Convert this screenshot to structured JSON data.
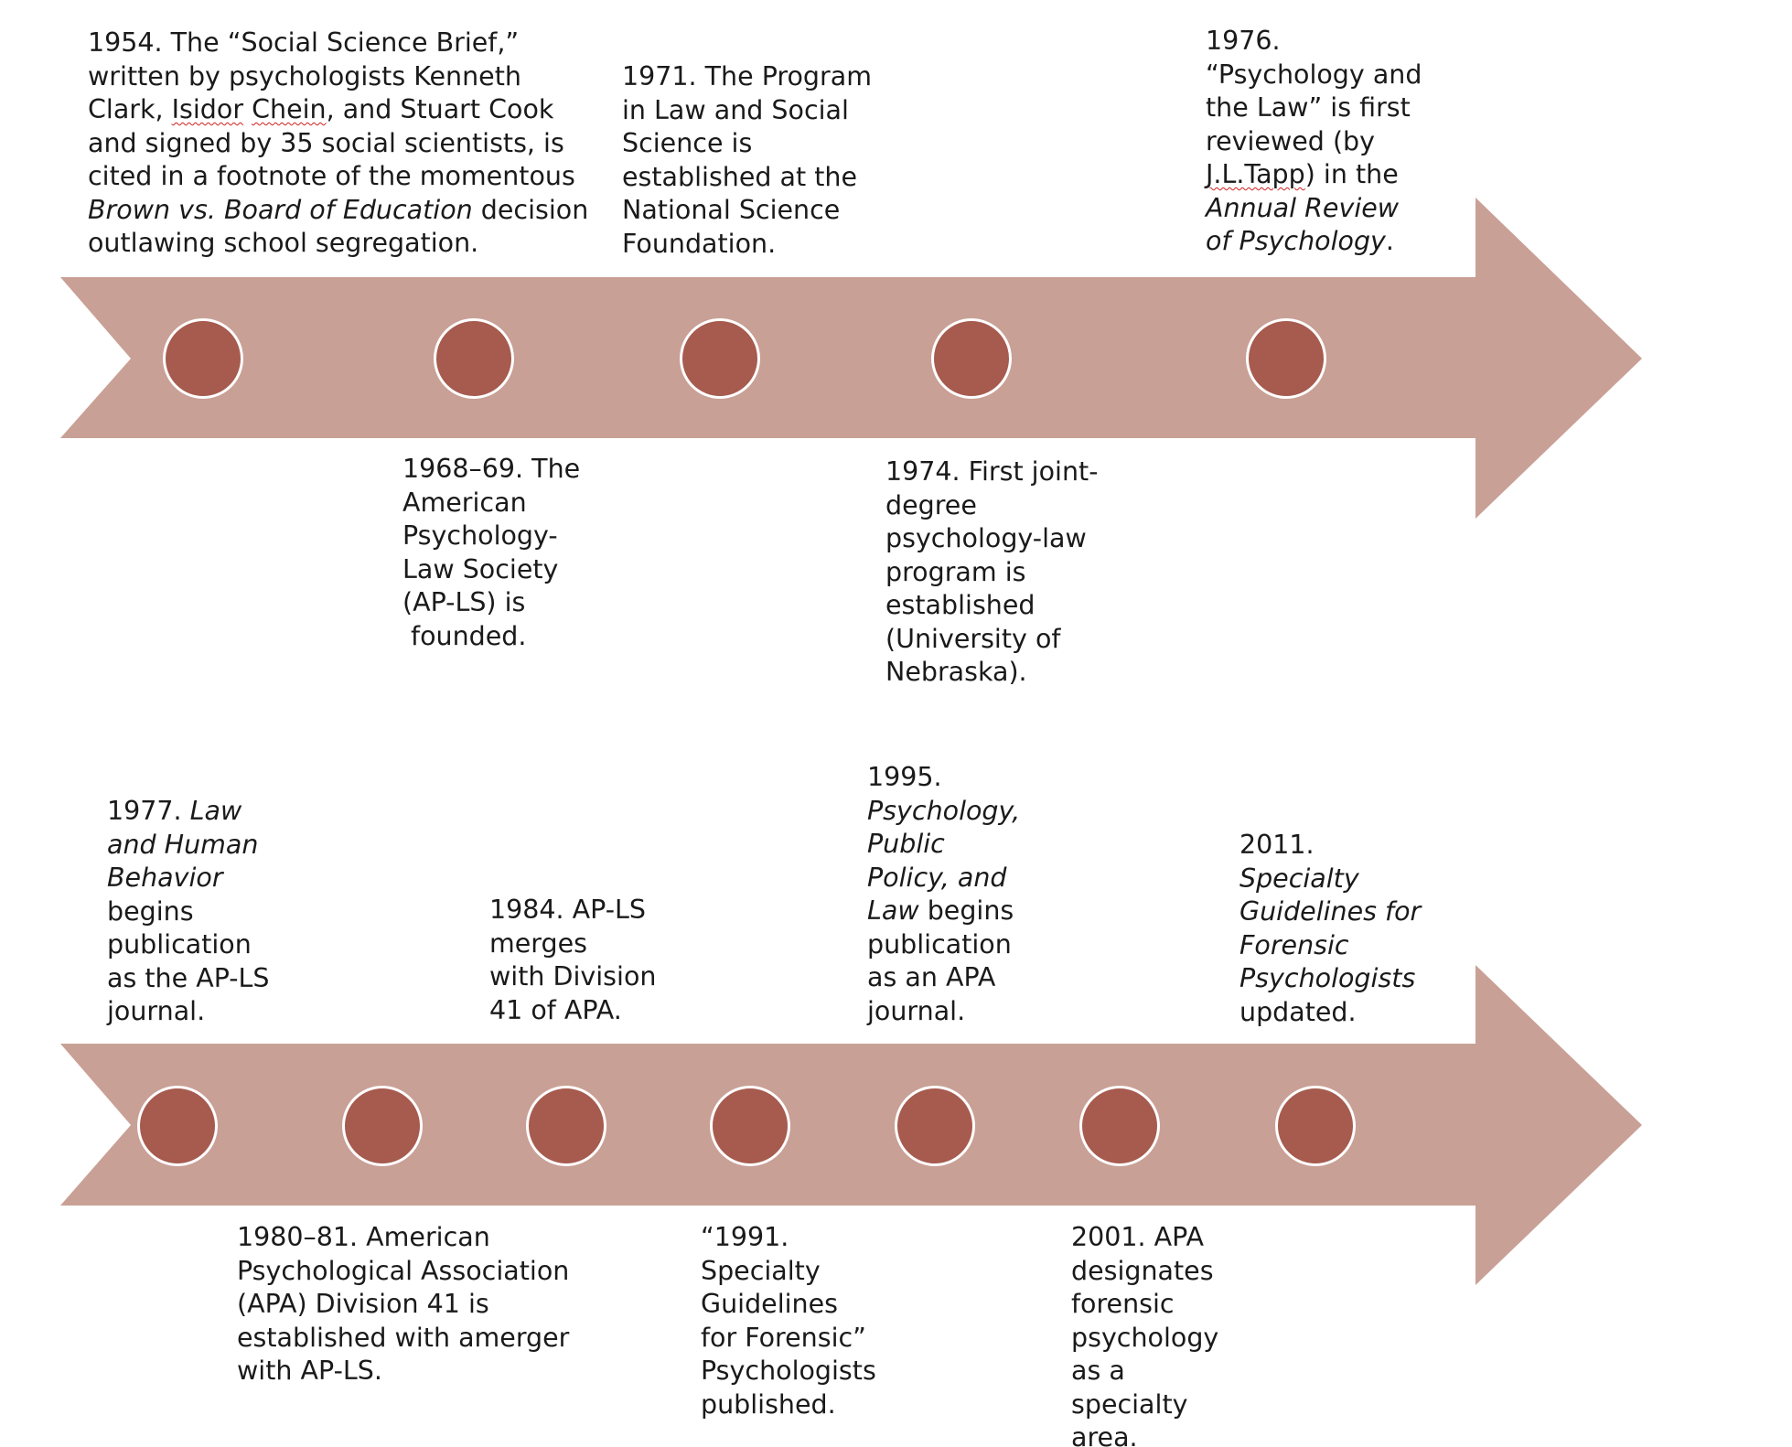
{
  "colors": {
    "arrow_fill": "#c9a096",
    "circle_fill": "#a65b4e",
    "circle_border": "#ffffff",
    "text": "#1a1a1a",
    "background": "#ffffff"
  },
  "timeline_top": {
    "events": [
      {
        "id": "1954",
        "lines": [
          [
            {
              "t": "1954. The “Social Science Brief,”"
            }
          ],
          [
            {
              "t": "written by psychologists Kenneth"
            }
          ],
          [
            {
              "t": "Clark, "
            },
            {
              "t": "Isidor",
              "sq": true
            },
            {
              "t": " "
            },
            {
              "t": "Chein",
              "sq": true
            },
            {
              "t": ", and Stuart Cook"
            }
          ],
          [
            {
              "t": "and signed by 35 social scientists, is"
            }
          ],
          [
            {
              "t": "cited in a footnote of the momentous"
            }
          ],
          [
            {
              "t": "Brown vs. Board of Education",
              "it": true
            },
            {
              "t": " decision"
            }
          ],
          [
            {
              "t": "outlawing school segregation."
            }
          ]
        ]
      },
      {
        "id": "1968",
        "lines": [
          [
            {
              "t": "1968–69. The"
            }
          ],
          [
            {
              "t": "American"
            }
          ],
          [
            {
              "t": "Psychology-"
            }
          ],
          [
            {
              "t": "Law Society"
            }
          ],
          [
            {
              "t": "(AP-LS) is"
            }
          ],
          [
            {
              "t": " founded."
            }
          ]
        ]
      },
      {
        "id": "1971",
        "lines": [
          [
            {
              "t": "1971. The Program"
            }
          ],
          [
            {
              "t": "in Law and Social"
            }
          ],
          [
            {
              "t": "Science is"
            }
          ],
          [
            {
              "t": "established at the"
            }
          ],
          [
            {
              "t": "National Science"
            }
          ],
          [
            {
              "t": "Foundation."
            }
          ]
        ]
      },
      {
        "id": "1974",
        "lines": [
          [
            {
              "t": "1974. First joint-"
            }
          ],
          [
            {
              "t": "degree"
            }
          ],
          [
            {
              "t": "psychology-law"
            }
          ],
          [
            {
              "t": "program is"
            }
          ],
          [
            {
              "t": "established"
            }
          ],
          [
            {
              "t": "(University of"
            }
          ],
          [
            {
              "t": "Nebraska)."
            }
          ]
        ]
      },
      {
        "id": "1976",
        "lines": [
          [
            {
              "t": "1976."
            }
          ],
          [
            {
              "t": "“Psychology and"
            }
          ],
          [
            {
              "t": "the Law” is first"
            }
          ],
          [
            {
              "t": "reviewed (by"
            }
          ],
          [
            {
              "t": "J.L.Tapp",
              "sq": true
            },
            {
              "t": ") in the"
            }
          ],
          [
            {
              "t": "Annual Review",
              "it": true
            }
          ],
          [
            {
              "t": "of Psychology",
              "it": true
            },
            {
              "t": "."
            }
          ]
        ]
      }
    ]
  },
  "timeline_bottom": {
    "events": [
      {
        "id": "1977",
        "lines": [
          [
            {
              "t": "1977. "
            },
            {
              "t": "Law",
              "it": true
            }
          ],
          [
            {
              "t": "and Human",
              "it": true
            }
          ],
          [
            {
              "t": "Behavior",
              "it": true
            }
          ],
          [
            {
              "t": "begins"
            }
          ],
          [
            {
              "t": "publication"
            }
          ],
          [
            {
              "t": "as the AP-LS"
            }
          ],
          [
            {
              "t": "journal."
            }
          ]
        ]
      },
      {
        "id": "1980",
        "lines": [
          [
            {
              "t": "1980–81. American"
            }
          ],
          [
            {
              "t": "Psychological Association"
            }
          ],
          [
            {
              "t": "(APA) Division 41 is"
            }
          ],
          [
            {
              "t": "established with amerger"
            }
          ],
          [
            {
              "t": "with AP-LS."
            }
          ]
        ]
      },
      {
        "id": "1984",
        "lines": [
          [
            {
              "t": "1984. AP-LS"
            }
          ],
          [
            {
              "t": "merges"
            }
          ],
          [
            {
              "t": "with Division"
            }
          ],
          [
            {
              "t": "41 of APA."
            }
          ]
        ]
      },
      {
        "id": "1991",
        "lines": [
          [
            {
              "t": "“1991."
            }
          ],
          [
            {
              "t": "Specialty"
            }
          ],
          [
            {
              "t": "Guidelines"
            }
          ],
          [
            {
              "t": "for Forensic”"
            }
          ],
          [
            {
              "t": "Psychologists"
            }
          ],
          [
            {
              "t": "published."
            }
          ]
        ]
      },
      {
        "id": "1995",
        "lines": [
          [
            {
              "t": "1995."
            }
          ],
          [
            {
              "t": "Psychology,",
              "it": true
            }
          ],
          [
            {
              "t": "Public",
              "it": true
            }
          ],
          [
            {
              "t": "Policy, and",
              "it": true
            }
          ],
          [
            {
              "t": "Law",
              "it": true
            },
            {
              "t": " begins"
            }
          ],
          [
            {
              "t": "publication"
            }
          ],
          [
            {
              "t": "as an APA"
            }
          ],
          [
            {
              "t": "journal."
            }
          ]
        ]
      },
      {
        "id": "2001",
        "lines": [
          [
            {
              "t": "2001. APA"
            }
          ],
          [
            {
              "t": "designates"
            }
          ],
          [
            {
              "t": "forensic"
            }
          ],
          [
            {
              "t": "psychology"
            }
          ],
          [
            {
              "t": "as a"
            }
          ],
          [
            {
              "t": "specialty"
            }
          ],
          [
            {
              "t": "area."
            }
          ]
        ]
      },
      {
        "id": "2011",
        "lines": [
          [
            {
              "t": "2011."
            }
          ],
          [
            {
              "t": "Specialty",
              "it": true
            }
          ],
          [
            {
              "t": "Guidelines for",
              "it": true
            }
          ],
          [
            {
              "t": "Forensic",
              "it": true
            }
          ],
          [
            {
              "t": "Psychologists",
              "it": true
            }
          ],
          [
            {
              "t": "updated."
            }
          ]
        ]
      }
    ]
  }
}
